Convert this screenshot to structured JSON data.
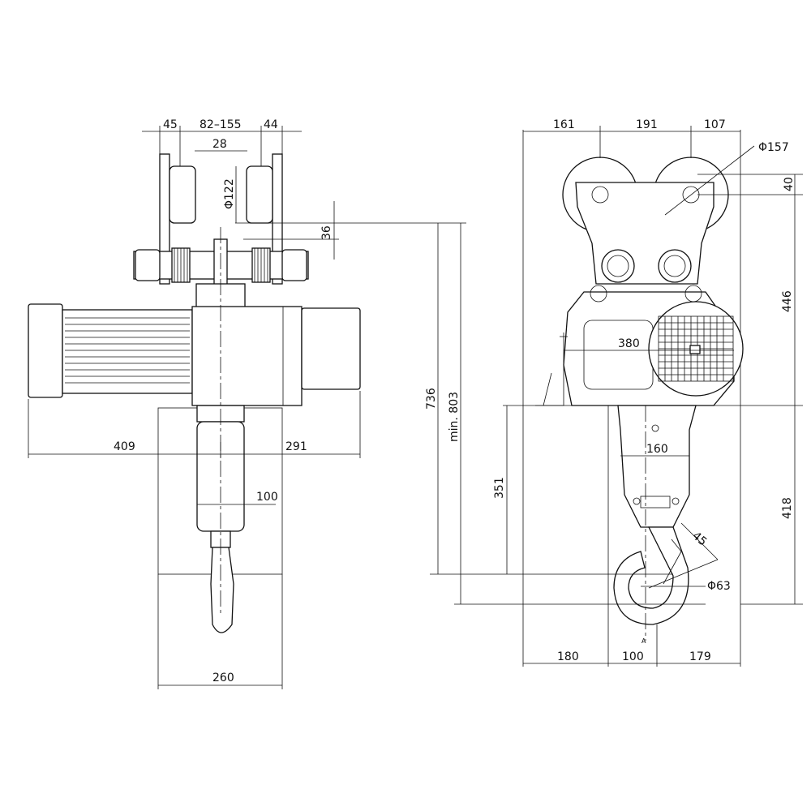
{
  "front_view": {
    "dims": {
      "flange_left": "45",
      "flange_range": "82–155",
      "flange_right": "44",
      "wheel_offset": "28",
      "wheel_dia": "Φ122",
      "rail_gap": "36",
      "left_length": "409",
      "right_length": "291",
      "hook_width": "100",
      "base_width": "260"
    }
  },
  "side_view": {
    "dims": {
      "top_left": "161",
      "top_mid": "191",
      "top_right": "107",
      "wheel_dia": "Φ157",
      "wheel_axis": "40",
      "upper_height": "446",
      "motor_width": "380",
      "lower_height": "418",
      "height_total": "736",
      "height_min": "min. 803",
      "block_height": "351",
      "block_width": "160",
      "hook_angle": "45",
      "hook_dia": "Φ63",
      "bottom_left": "180",
      "bottom_mid": "100",
      "bottom_right": "179",
      "section_mark": "A"
    }
  }
}
